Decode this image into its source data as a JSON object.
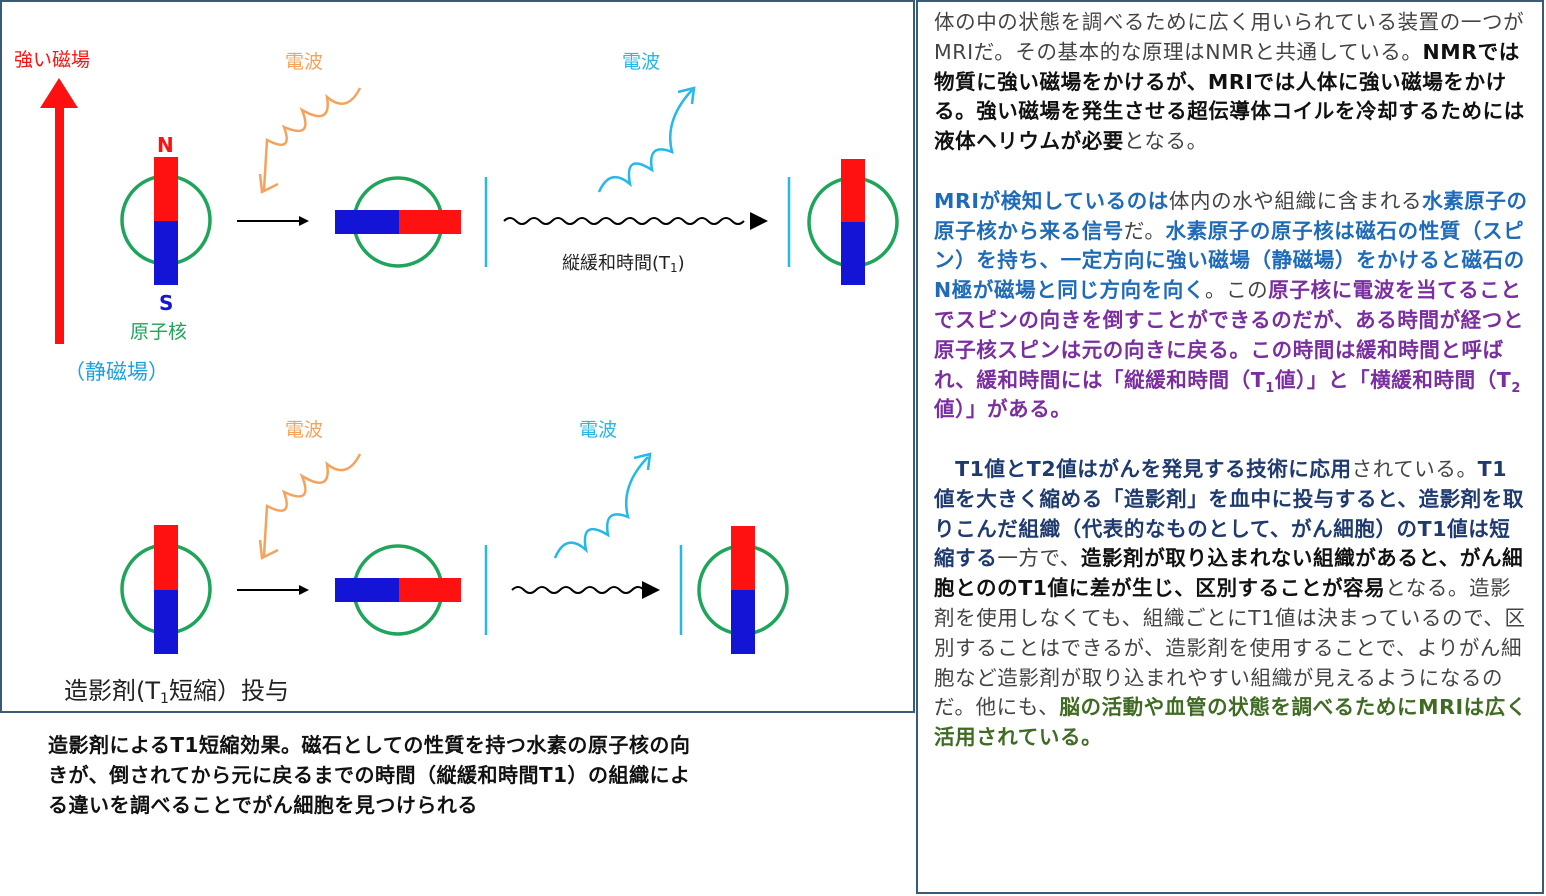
{
  "colors": {
    "field_red": "#ff1010",
    "magnet_red": "#ff1111",
    "magnet_blue": "#1414d6",
    "nucleus_green": "#1ea55a",
    "wave_orange": "#f5a35c",
    "wave_cyan": "#25b8e8",
    "static_field_blue": "#1ca0e0",
    "text_blue": "#1f6bb8",
    "text_purple": "#7a2ea0",
    "text_navy": "#1f3a6e",
    "text_green": "#3f6b23",
    "border": "#3a5a7a"
  },
  "diagram": {
    "strong_field_label": "強い磁場",
    "radio_wave_label": "電波",
    "north_label": "N",
    "south_label": "S",
    "nucleus_label": "原子核",
    "static_field_label": "（静磁場）",
    "t1_label": "縦緩和時間(T",
    "t1_sub": "1",
    "t1_close": ")",
    "contrast_label_a": "造影剤(T",
    "contrast_label_sub": "1",
    "contrast_label_b": "短縮）投与"
  },
  "caption": {
    "line1": "造影剤によるT1短縮効果。磁石としての性質を持つ水素の原子核の向",
    "line2": "きが、倒されてから元に戻るまでの時間（縦緩和時間T1）の組織によ",
    "line3": "る違いを調べることでがん細胞を見つけられる"
  },
  "text": {
    "p1_a": "体の中の状態を調べるために広く用いられている装置の一つがMRIだ。その基本的な原理はNMRと共通している。",
    "p1_b": "NMRでは物質に強い磁場をかけるが、MRIでは人体に強い磁場をかける。強い磁場を発生させる超伝導体コイルを冷却するためには液体ヘリウムが必要",
    "p1_c": "となる。",
    "p2_a": "MRIが検知しているのは",
    "p2_b": "体内の水や組織に含まれる",
    "p2_c": "水素原子の原子核から来る信号",
    "p2_d": "だ。",
    "p2_e": "水素原子の原子核は磁石の性質（スピン）を持ち、一定方向に強い磁場（静磁場）をかけると磁石のN極が磁場と同じ方向を向く",
    "p2_f": "。この",
    "p2_g": "原子核に電波を当てることでスピンの向きを倒すことができるのだが、ある時間が経つと原子核スピンは元の向きに戻る。この時間は緩和時間と呼ばれ、緩和時間には「縦緩和時間（T",
    "p2_h": "1",
    "p2_i": "値）」と「横緩和時間（T",
    "p2_j": "2",
    "p2_k": "値）」がある。",
    "p3_a": "　T1値とT2値はがんを発見する技術に応用",
    "p3_b": "されている。",
    "p3_c": "T1値を大きく縮める「造影剤」を血中に投与すると、造影剤を取りこんだ組織（代表的なものとして、がん細胞）のT1値は短縮する",
    "p3_d": "一方で、",
    "p3_e": "造影剤が取り込まれない組織があると、がん細胞とののT1値に差が生じ、区別することが容易",
    "p3_f": "となる。造影剤を使用しなくても、組織ごとにT1値は決まっているので、区別することはできるが、造影剤を使用することで、よりがん細胞など造影剤が取り込まれやすい組織が見えるようになるのだ。他にも、",
    "p3_g": "脳の活動や血管の状態を調べるためにMRIは広く活用されている。"
  }
}
